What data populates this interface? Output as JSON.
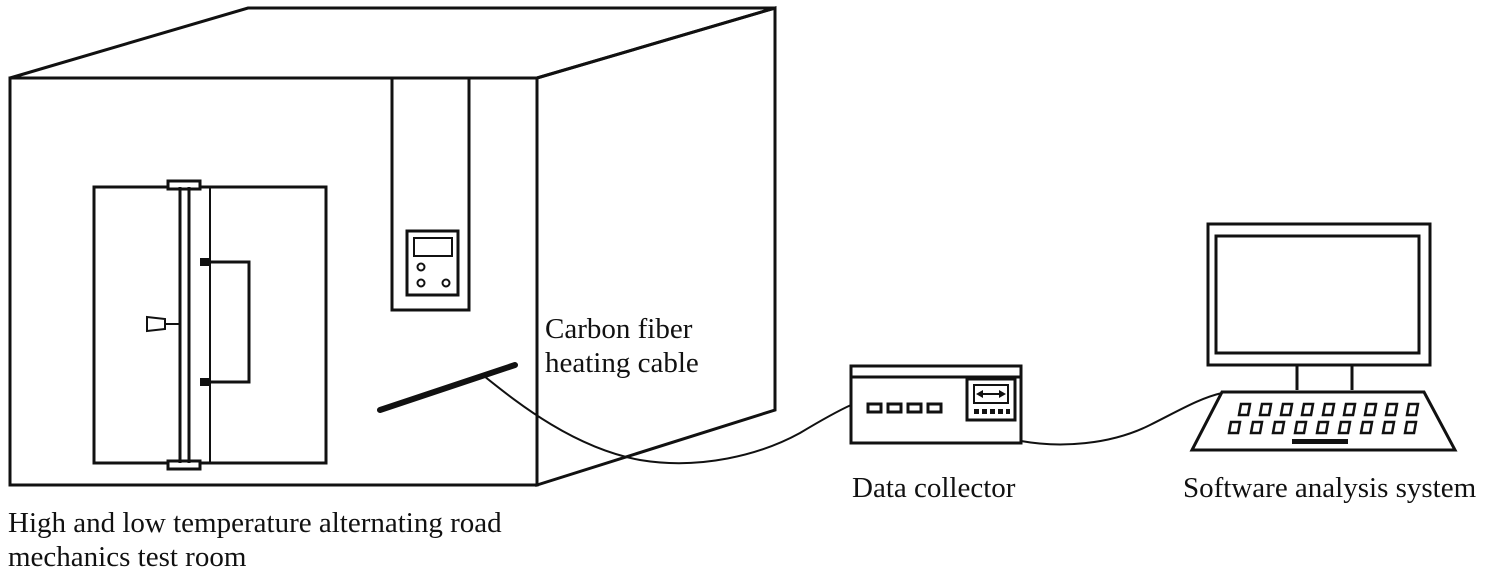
{
  "labels": {
    "heating_cable": [
      "Carbon fiber",
      "heating cable"
    ],
    "data_collector": "Data collector",
    "software_system": "Software analysis system",
    "test_room": [
      "High and low temperature alternating road",
      "mechanics test room"
    ]
  },
  "colors": {
    "line": "#111111",
    "background": "#ffffff"
  }
}
